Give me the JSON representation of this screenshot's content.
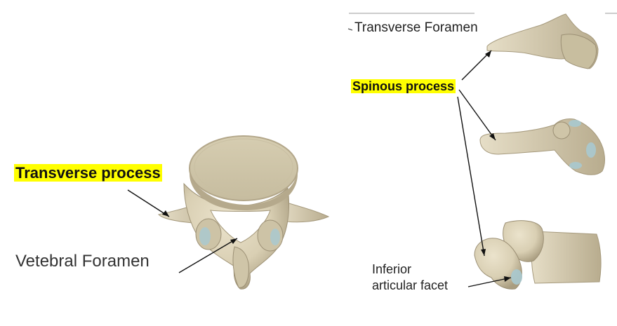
{
  "labels": {
    "transverse_process": "Transverse process",
    "vertebral_foramen": "Vetebral Foramen",
    "transverse_foramen": "Transverse Foramen",
    "spinous_process": "Spinous process",
    "inferior_articular_facet_line1": "Inferior",
    "inferior_articular_facet_line2": "articular facet"
  },
  "colors": {
    "bone": "#d9cfb3",
    "bone_shadow": "#b9ad8e",
    "bone_dark": "#9c9075",
    "facet": "#a9c9cf",
    "highlight": "#ffff00",
    "line": "#111111"
  }
}
